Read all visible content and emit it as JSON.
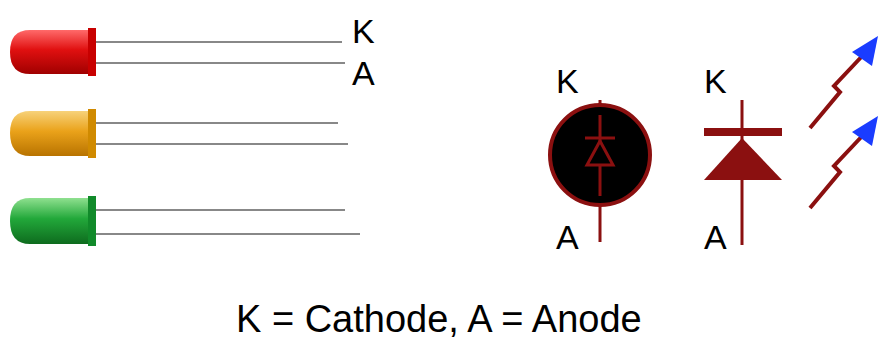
{
  "diagram": {
    "caption": "K = Cathode, A = Anode",
    "labels": [
      "K",
      "A",
      "K",
      "A",
      "K",
      "A"
    ]
  }
}
